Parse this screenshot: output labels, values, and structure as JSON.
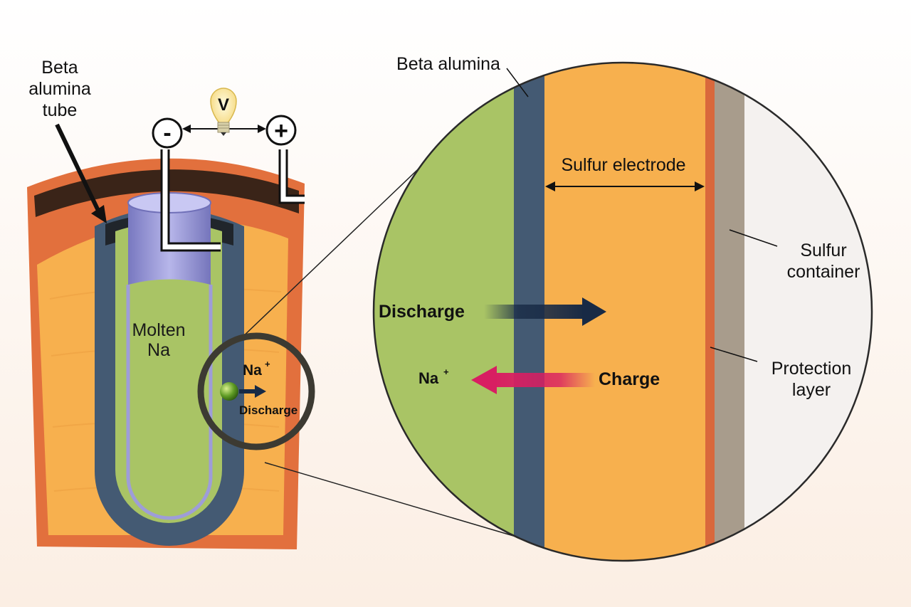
{
  "labels": {
    "beta_alumina_tube_line1": "Beta",
    "beta_alumina_tube_line2": "alumina",
    "beta_alumina_tube_line3": "tube",
    "voltage": "V",
    "negative_terminal": "-",
    "positive_terminal": "+",
    "molten_line1": "Molten",
    "molten_line2": "Na",
    "ion_small": "Na",
    "ion_superscript": "+",
    "discharge_small": "Discharge",
    "beta_alumina": "Beta alumina",
    "sulfur_electrode": "Sulfur electrode",
    "sulfur_container_line1": "Sulfur",
    "sulfur_container_line2": "container",
    "discharge": "Discharge",
    "ion_large": "Na",
    "charge": "Charge",
    "protection_line1": "Protection",
    "protection_line2": "layer"
  },
  "colors": {
    "casing": "#e2703d",
    "casing_inner": "#3a2418",
    "sulfur": "#f7b04e",
    "beta_alumina": "#445a73",
    "sodium": "#a9c465",
    "current_collector": "#9e9dd8",
    "protection": "#d9683c",
    "container": "#a89c8c",
    "outer": "#f4f1ef",
    "discharge_arrow": "#182a45",
    "charge_arrow": "#d81e62",
    "ion": "#4d8a1e"
  }
}
